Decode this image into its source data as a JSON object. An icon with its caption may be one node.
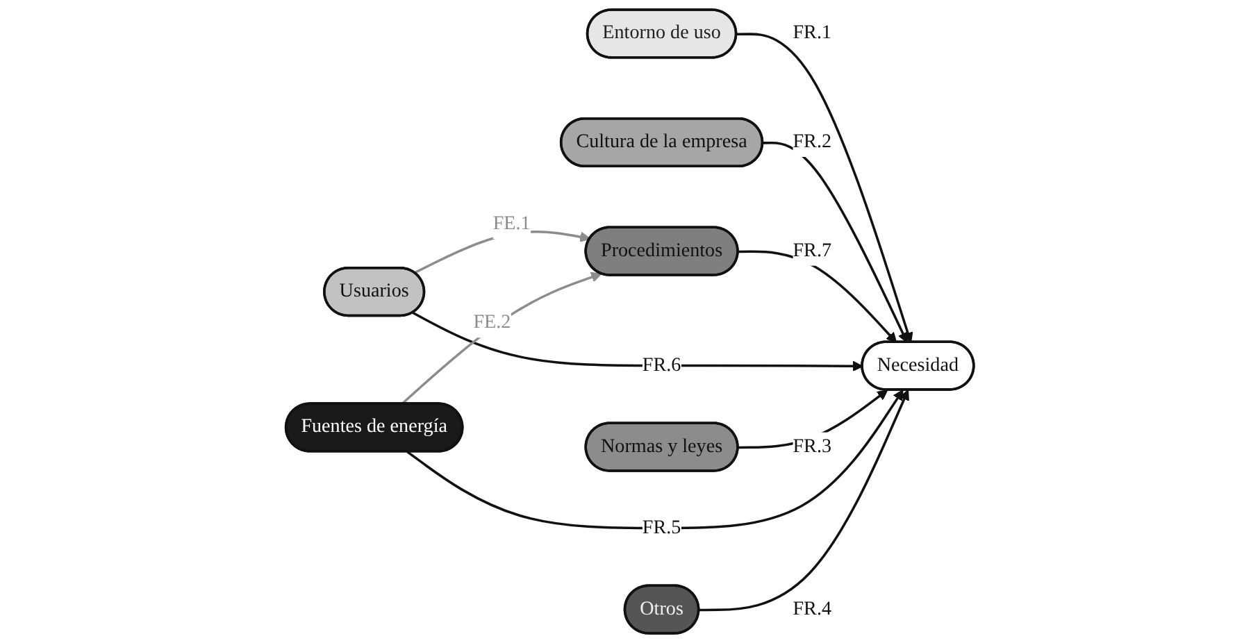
{
  "diagram": {
    "nodes": [
      {
        "text": [
          "Entorno de uso"
        ]
      },
      {
        "text": [
          "Procedimientos"
        ]
      },
      {
        "text": [
          "Cultura de la empresa"
        ]
      },
      {
        "text": [
          "Usuarios"
        ]
      },
      {
        "text": [
          "Necesidad"
        ]
      },
      {
        "text": [
          "Normas y leyes"
        ]
      },
      {
        "text": [
          "Fuentes de energía"
        ]
      },
      {
        "text": [
          "Otros"
        ]
      }
    ],
    "edges": [
      {
        "from": 0,
        "to": 4,
        "arrow": "to",
        "label": "FR.1"
      },
      {
        "from": 2,
        "to": 4,
        "arrow": "to",
        "label": "FR.2"
      },
      {
        "from": 1,
        "to": 4,
        "arrow": "to",
        "label": "FR.7"
      },
      {
        "from": 3,
        "to": 1,
        "arrow": "to",
        "label": "FE.1",
        "color": "#8c8c8c"
      },
      {
        "from": 3,
        "to": 4,
        "arrow": "to",
        "label": "FR.6"
      },
      {
        "from": 5,
        "to": 4,
        "arrow": "to",
        "label": "FR.3"
      },
      {
        "from": 6,
        "to": 1,
        "arrow": "to",
        "label": "FE.2",
        "color": "#8c8c8c"
      },
      {
        "from": 6,
        "to": 4,
        "arrow": "to",
        "label": "FR.5"
      },
      {
        "from": 7,
        "to": 4,
        "arrow": "to",
        "label": "FR.4"
      }
    ]
  }
}
